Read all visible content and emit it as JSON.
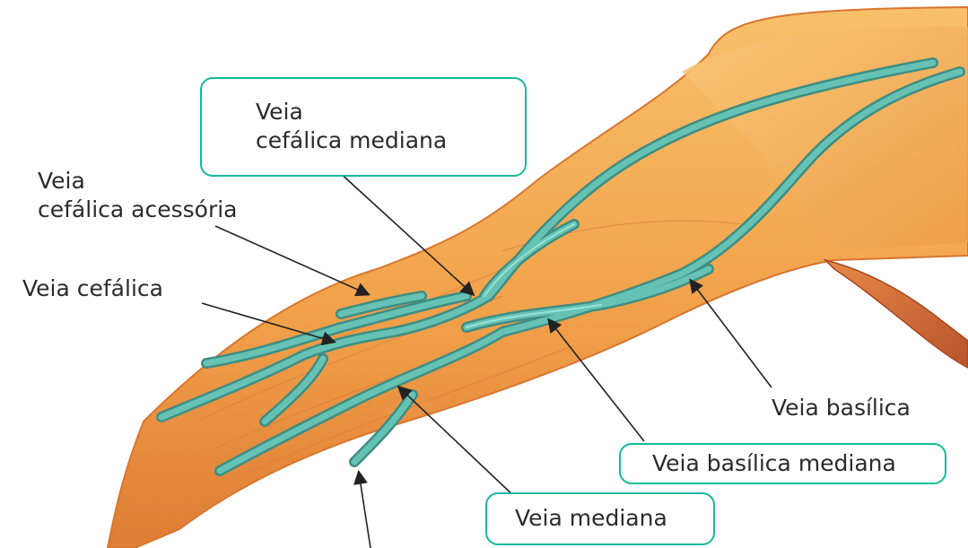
{
  "labels": {
    "cephalic_median": {
      "line1": "Veia",
      "line2": "cefálica mediana"
    },
    "cephalic_accessory": {
      "line1": "Veia",
      "line2": "cefálica acessória"
    },
    "cephalic": "Veia cefálica",
    "basilic": "Veia basílica",
    "basilic_median": "Veia basílica mediana",
    "median": "Veia mediana"
  },
  "colors": {
    "skin_light": "#f7b95c",
    "skin_mid": "#ef9f48",
    "skin_dark": "#d9752e",
    "vein": "#5fb3a6",
    "vein_highlight": "#8fe0d6",
    "box_border": "#16b99b",
    "pointer": "#222222"
  }
}
